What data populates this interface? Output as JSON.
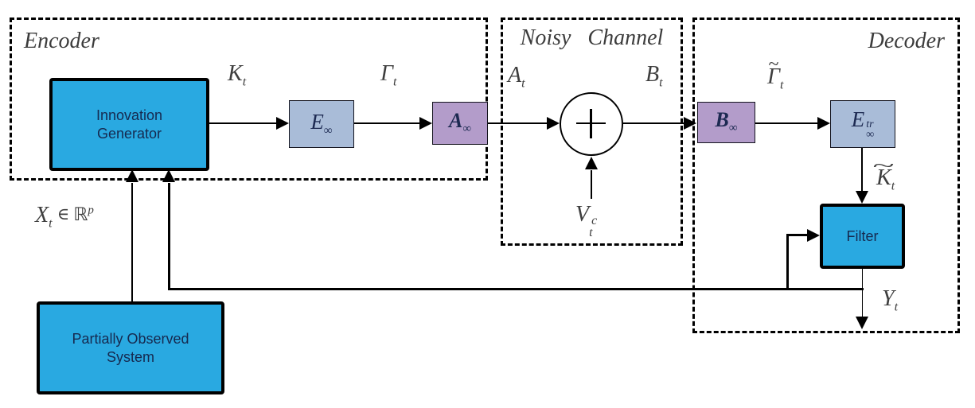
{
  "diagram": {
    "sections": {
      "encoder": "Encoder",
      "noisy_channel": "Noisy Channel",
      "decoder": "Decoder"
    },
    "blocks": {
      "innovation_generator": {
        "line1": "Innovation",
        "line2": "Generator"
      },
      "partially_observed_system": {
        "line1": "Partially Observed",
        "line2": "System"
      },
      "filter": "Filter",
      "encoder_matrix": {
        "base": "E",
        "sub": "∞"
      },
      "channel_map_a": {
        "base": "A",
        "sub": "∞"
      },
      "channel_map_b": {
        "base": "B",
        "sub": "∞"
      },
      "decoder_matrix": {
        "base": "E",
        "sup": "tr",
        "sub": "∞"
      }
    },
    "icons": {
      "adder": "plus-icon"
    },
    "signals": {
      "k_t": {
        "base": "K",
        "sub": "t"
      },
      "gamma_t": {
        "base": "Γ",
        "sub": "t"
      },
      "a_t": {
        "base": "A",
        "sub": "t"
      },
      "b_t": {
        "base": "B",
        "sub": "t"
      },
      "gamma_tilde_t": {
        "tilde": "~",
        "base": "Γ",
        "sub": "t"
      },
      "k_tilde_t": {
        "tilde": "~",
        "base": "K",
        "sub": "t"
      },
      "v_t_c": {
        "base": "V",
        "sup": "c",
        "sub": "t"
      },
      "x_t": {
        "base": "X",
        "sub": "t",
        "element_of": "∈",
        "set": "ℝ",
        "sup": "p"
      },
      "y_t": {
        "base": "Y",
        "sub": "t"
      }
    },
    "colors": {
      "block_fill_blue": "#29A9E1",
      "block_fill_steel": "#A9BCD8",
      "block_fill_purple": "#B39CCA",
      "block_text": "#16294F",
      "label_text": "#3C3C3C",
      "line": "#000000",
      "background": "#FFFFFF"
    }
  }
}
